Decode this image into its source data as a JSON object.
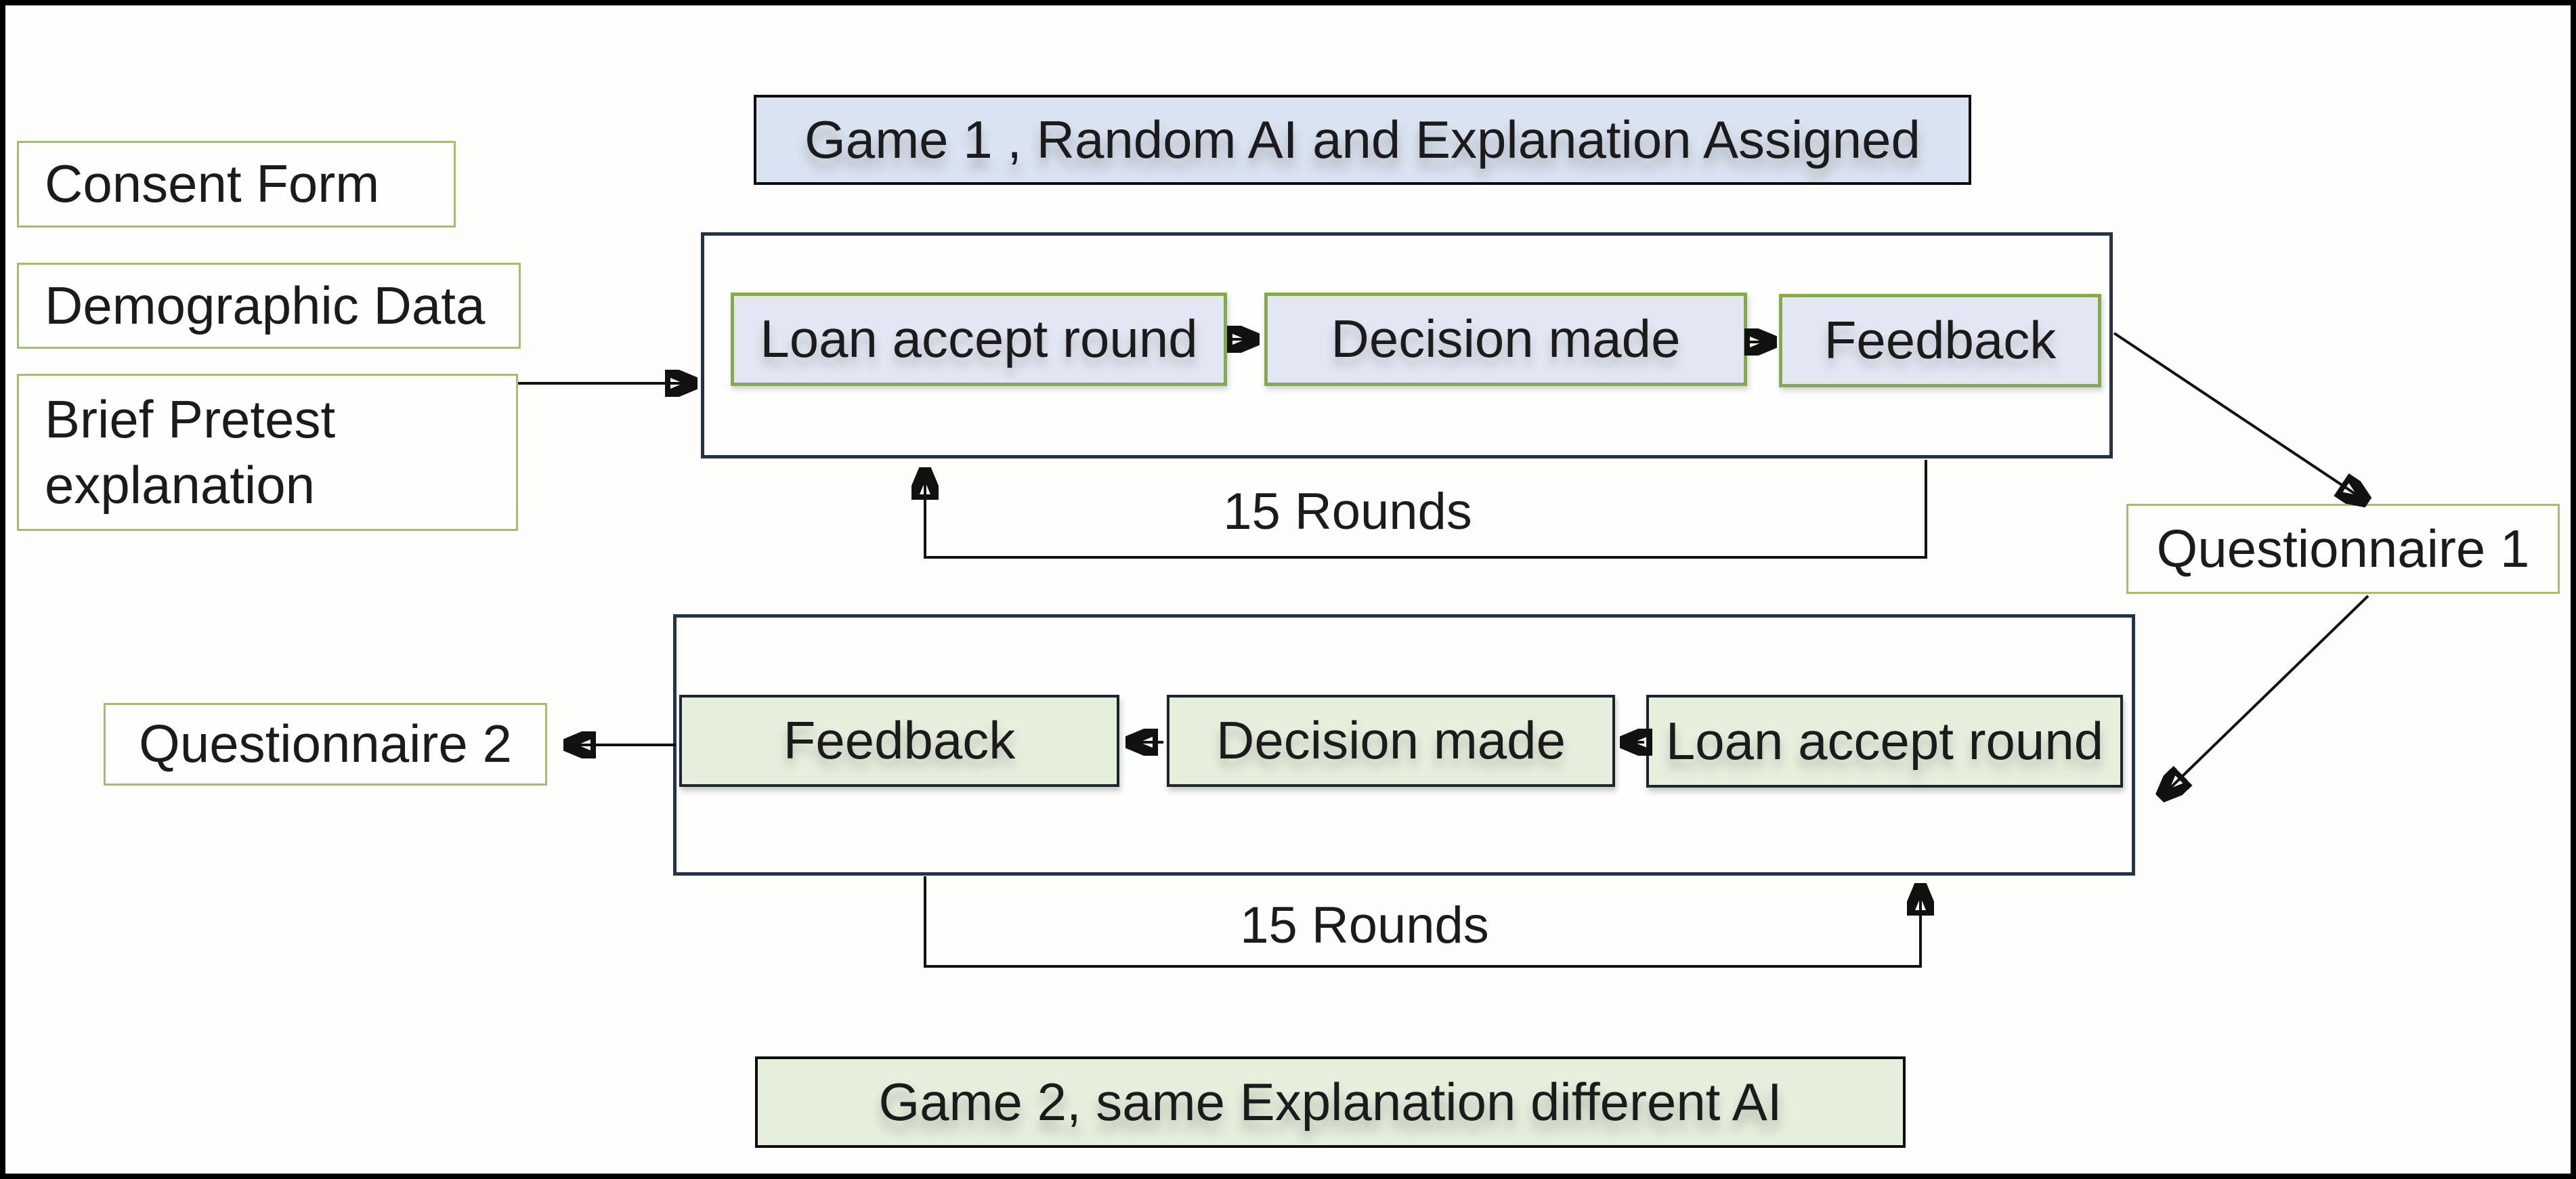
{
  "page": {
    "background": "#fdfdfb"
  },
  "colors": {
    "frame": "#000000",
    "container-border": "#233349",
    "blue-fill": "#dae3f1",
    "blue-box-fill": "#e3e7f3",
    "green-fill": "#e5efdc",
    "green-border": "#85a94b",
    "light-green-border": "#a3bd74",
    "dark-box-border": "#1c2430",
    "line": "#111111",
    "text": "#1b1b1b",
    "page-bg": "#fdfdfb"
  },
  "pre_steps": {
    "consent": "Consent Form",
    "demographic": "Demographic Data",
    "pretest": "Brief Pretest explanation"
  },
  "game1": {
    "title": "Game 1 , Random AI and Explanation Assigned",
    "steps": [
      "Loan accept round",
      "Decision made",
      "Feedback"
    ],
    "rounds": "15 Rounds"
  },
  "questionnaire1": "Questionnaire 1",
  "game2": {
    "title": "Game 2, same Explanation different AI",
    "steps": [
      "Feedback",
      "Decision made",
      "Loan accept round"
    ],
    "rounds": "15 Rounds"
  },
  "questionnaire2": "Questionnaire 2"
}
